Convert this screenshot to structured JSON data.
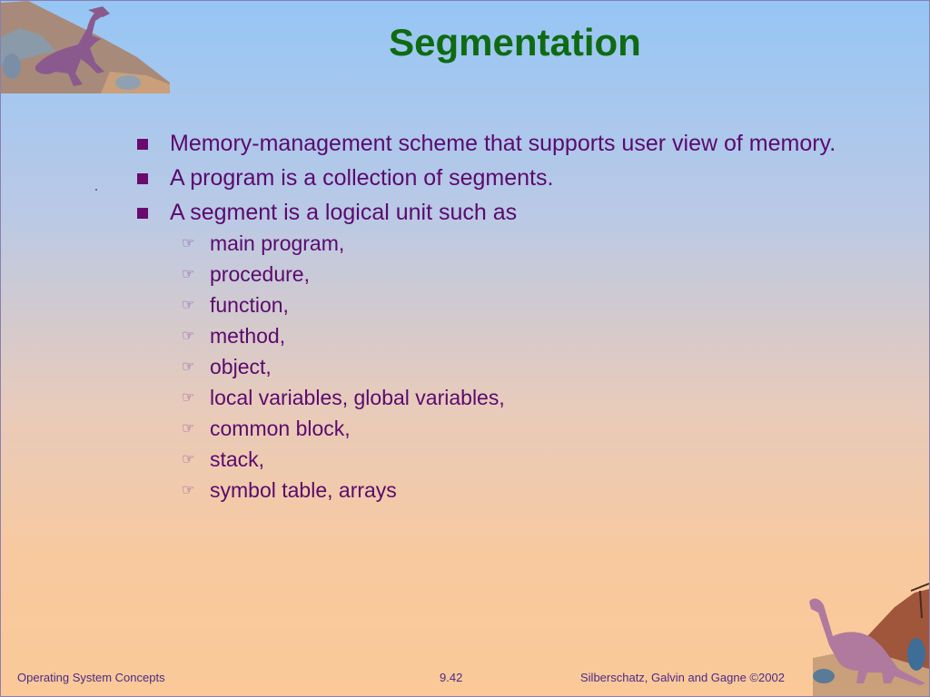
{
  "slide": {
    "title": "Segmentation",
    "bullets": [
      "Memory-management scheme that supports user view of memory.",
      "A program is a collection of segments.",
      "A segment is a logical unit such as"
    ],
    "sub_items": [
      "main program,",
      "procedure,",
      "function,",
      "method,",
      "object,",
      "local variables, global variables,",
      "common block,",
      "stack,",
      "symbol table, arrays"
    ],
    "sub_bullet_glyph": "☞",
    "footer": {
      "left": "Operating System Concepts",
      "center": "9.42",
      "right": "Silberschatz, Galvin and  Gagne ©2002"
    }
  },
  "icons": {
    "top_left": "t-rex-dinosaur-on-rock-illustration",
    "bottom_right": "brontosaurus-dinosaur-illustration",
    "bullet": "square-bullet-icon",
    "sub_bullet": "pointing-hand-icon"
  },
  "colors": {
    "title": "#0f6a12",
    "text": "#5b0a6e",
    "footer": "#4a2a8a",
    "background_top": "#96c6f5",
    "background_bottom": "#fbc998"
  }
}
